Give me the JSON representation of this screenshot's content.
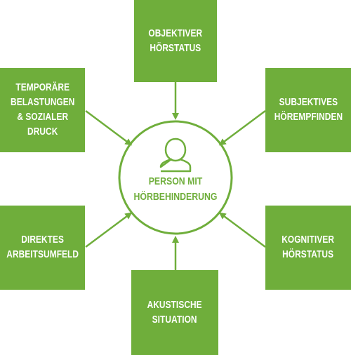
{
  "diagram": {
    "center": {
      "label": "Person mit\nHörbehinderung",
      "icon": "person-icon"
    },
    "boxes": [
      {
        "id": "top",
        "label": "Objektiver\nHörstatus"
      },
      {
        "id": "top-left",
        "label": "Temporäre\nBelastungen\n& sozialer\nDruck"
      },
      {
        "id": "top-right",
        "label": "Subjektives\nHörempfinden"
      },
      {
        "id": "bottom-left",
        "label": "Direktes\nArbeitsumfeld"
      },
      {
        "id": "bottom-right",
        "label": "Kognitiver\nHörstatus"
      },
      {
        "id": "bottom",
        "label": "Akustische\nSituation"
      }
    ],
    "colors": {
      "accent": "#6fae3b",
      "text_on_accent": "#ffffff"
    }
  }
}
